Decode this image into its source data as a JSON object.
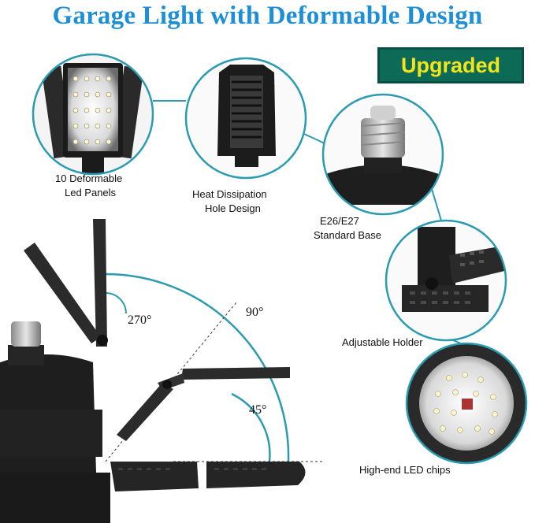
{
  "title": "Garage Light with Deformable Design",
  "badge": "Upgraded",
  "features": {
    "panels": {
      "line1": "10 Deformable",
      "line2": "Led Panels"
    },
    "heat": {
      "line1": "Heat Dissipation",
      "line2": "Hole Design"
    },
    "base": {
      "line1": "E26/E27",
      "line2": "Standard Base"
    },
    "holder": {
      "line1": "Adjustable Holder"
    },
    "chips": {
      "line1": "High-end LED chips"
    }
  },
  "angles": {
    "a270": "270°",
    "a90": "90°",
    "a45": "45°"
  },
  "colors": {
    "accent": "#1e8fd6",
    "ring": "#2a9bb0",
    "badge_bg": "#0d6a57",
    "badge_text": "#f2e51a"
  }
}
